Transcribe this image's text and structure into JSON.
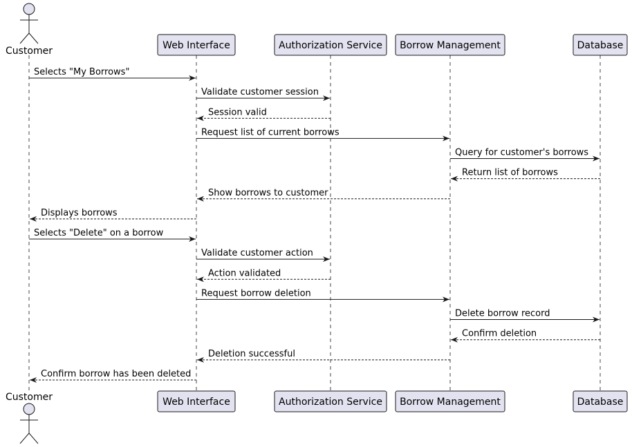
{
  "diagram": {
    "colors": {
      "participant_fill": "#E2E2F0",
      "participant_stroke": "#181818",
      "lifeline": "#181818",
      "arrow": "#181818",
      "text": "#000000"
    },
    "participants": [
      {
        "id": "customer",
        "label": "Customer",
        "kind": "actor"
      },
      {
        "id": "web",
        "label": "Web Interface",
        "kind": "box"
      },
      {
        "id": "auth",
        "label": "Authorization Service",
        "kind": "box"
      },
      {
        "id": "borrow",
        "label": "Borrow Management",
        "kind": "box"
      },
      {
        "id": "db",
        "label": "Database",
        "kind": "box"
      }
    ],
    "messages": [
      {
        "from": "customer",
        "to": "web",
        "label": "Selects \"My Borrows\"",
        "style": "sync"
      },
      {
        "from": "web",
        "to": "auth",
        "label": "Validate customer session",
        "style": "sync"
      },
      {
        "from": "auth",
        "to": "web",
        "label": "Session valid",
        "style": "return"
      },
      {
        "from": "web",
        "to": "borrow",
        "label": "Request list of current borrows",
        "style": "sync"
      },
      {
        "from": "borrow",
        "to": "db",
        "label": "Query for customer's borrows",
        "style": "sync"
      },
      {
        "from": "db",
        "to": "borrow",
        "label": "Return list of borrows",
        "style": "return"
      },
      {
        "from": "borrow",
        "to": "web",
        "label": "Show borrows to customer",
        "style": "return"
      },
      {
        "from": "web",
        "to": "customer",
        "label": "Displays borrows",
        "style": "return"
      },
      {
        "from": "customer",
        "to": "web",
        "label": "Selects \"Delete\" on a borrow",
        "style": "sync"
      },
      {
        "from": "web",
        "to": "auth",
        "label": "Validate customer action",
        "style": "sync"
      },
      {
        "from": "auth",
        "to": "web",
        "label": "Action validated",
        "style": "return"
      },
      {
        "from": "web",
        "to": "borrow",
        "label": "Request borrow deletion",
        "style": "sync"
      },
      {
        "from": "borrow",
        "to": "db",
        "label": "Delete borrow record",
        "style": "sync"
      },
      {
        "from": "db",
        "to": "borrow",
        "label": "Confirm deletion",
        "style": "return"
      },
      {
        "from": "borrow",
        "to": "web",
        "label": "Deletion successful",
        "style": "return"
      },
      {
        "from": "web",
        "to": "customer",
        "label": "Confirm borrow has been deleted",
        "style": "return"
      }
    ]
  }
}
